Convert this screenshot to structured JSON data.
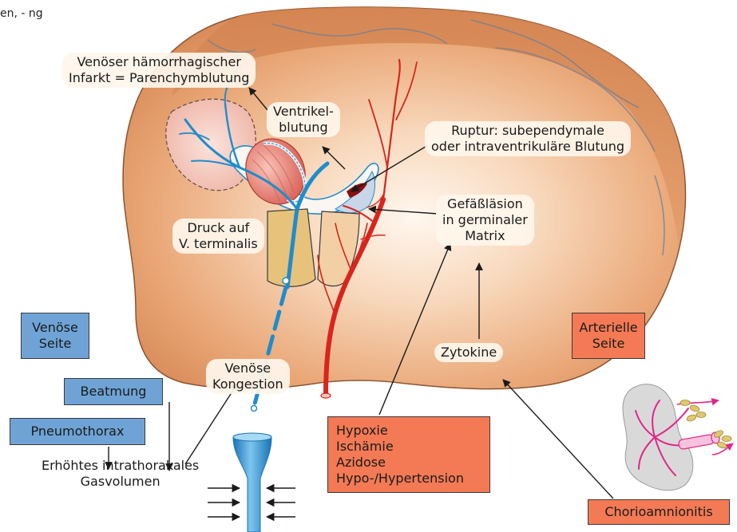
{
  "corner_text": [
    "en,",
    "-",
    "ng"
  ],
  "labels": {
    "infarct": [
      "Venöser hämorrhagischer",
      "Infarkt = Parenchymblutung"
    ],
    "ventricle_bleed": [
      "Ventrikel-",
      "blutung"
    ],
    "rupture": [
      "Ruptur: subependymale",
      "oder intraventrikuläre Blutung"
    ],
    "vessel_lesion": [
      "Gefäßläsion",
      "in germinaler",
      "Matrix"
    ],
    "pressure": [
      "Druck auf",
      "V. terminalis"
    ],
    "cytokines": [
      "Zytokine"
    ],
    "venous_congestion": [
      "Venöse",
      "Kongestion"
    ],
    "intrathoracic": [
      "Erhöhtes intrathorakales",
      "Gasvolumen"
    ]
  },
  "boxes": {
    "venous_side": [
      "Venöse",
      "Seite"
    ],
    "ventilation": [
      "Beatmung"
    ],
    "pneumothorax": [
      "Pneumothorax"
    ],
    "arterial_side": [
      "Arterielle",
      "Seite"
    ],
    "hypoxia": [
      "Hypoxie",
      "Ischämie",
      "Azidose",
      "Hypo-/Hypertension"
    ],
    "chorioamnionitis": [
      "Chorioamnionitis"
    ]
  },
  "colors": {
    "brain": "#e7a373",
    "vein": "#1f8ccc",
    "artery": "#d8251d",
    "venous_box": "#6fa3d6",
    "arterial_box": "#f37a55",
    "bacteria": "#e0c770",
    "inflammation": "#e0268a"
  }
}
